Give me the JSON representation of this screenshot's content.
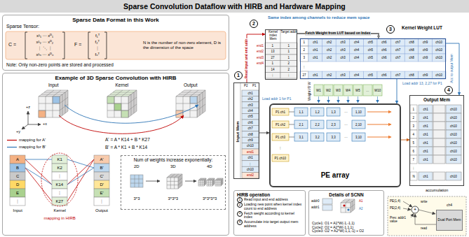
{
  "diagram": {
    "title": "Sparse Convolution Dataflow with HIRB and Hardware Mapping",
    "nodes": [
      {
        "text": [
          "Sparse Data Format in this Work"
        ]
      },
      {
        "text": [
          "N is the number of non-zero element, D is the dimension of the space"
        ],
        "in": 0
      },
      {
        "text": [
          "Example of 3D Sparse Convolution with HIRB"
        ]
      },
      {
        "text": [
          "Num of weights increase exponentially:"
        ],
        "in": 2
      },
      {
        "text": [
          "1"
        ]
      },
      {
        "text": [
          "2"
        ]
      },
      {
        "text": [
          "3"
        ]
      },
      {
        "text": [
          "4"
        ]
      },
      {
        "text": [
          "Kernel index Mem",
          "Target addr"
        ]
      },
      {
        "text": [
          "Kernel Weight LUT"
        ]
      },
      {
        "text": [
          "Input Mem"
        ]
      },
      {
        "text": [
          "PE array"
        ]
      },
      {
        "text": [
          "Output Mem"
        ]
      },
      {
        "text": [
          "HIRB operation",
          "Read input and end address",
          "Loading new point when kernel index count to end address",
          "Fetch weight according to kernel index",
          "Accumulate into target output mem address"
        ]
      },
      {
        "text": [
          "Details of SCNN",
          "Cycle1: O1 = A1*W(-1,-1,1)",
          "Cycle2: O2 = A2*W(-1,1,1)",
          "Cycle3: O2' = A2*W(-1,1,-1) + O2"
        ]
      },
      {
        "text": [
          "Dual Port Mem"
        ]
      }
    ],
    "edges": [
      {
        "from": 10,
        "to": 8,
        "arrow": "to",
        "label": "Read input and end addr"
      },
      {
        "from": 8,
        "to": 9,
        "arrow": "to",
        "label": "Fetch Weight from LUT based on Index"
      },
      {
        "from": 9,
        "to": 12,
        "arrow": "to"
      },
      {
        "from": 10,
        "to": 11,
        "arrow": "to"
      },
      {
        "from": 9,
        "to": 11,
        "arrow": "to"
      },
      {
        "from": 11,
        "to": 12,
        "arrow": "to"
      }
    ],
    "labels": [
      "Sparse Tensor:",
      "C =",
      "x¹₁ ⋯ xᴰ₁",
      "x¹₂ ⋯ xᴰ₂",
      "⋮ ⋱ ⋮",
      "x¹ₙ ⋯ xᴰₙ",
      "F =",
      "f₁ᵀ",
      "f₂ᵀ",
      "⋮",
      "fₙᵀ",
      "Note: Only non-zero points are stored and processed",
      "Input",
      "Kernel",
      "Output",
      "+z",
      "+x",
      "+y",
      "A' = A * K14 + B * K27",
      "B' = A * K1 + B * K14",
      "A",
      "B",
      "C",
      "D",
      "E",
      "⋮",
      "K1",
      "K2",
      "⋮",
      "K14",
      "⋮",
      "K27",
      "A'",
      "B'",
      "C'",
      "D'",
      "E'",
      "⋮",
      "Input",
      "Kernel",
      "Output",
      "mapping in HIRB",
      "2D",
      "3D",
      "4D",
      "3*3",
      "3*3*3",
      "3*3*3*3",
      "Same index among channels to reduce mem space",
      "end1",
      "end2",
      "end3",
      "end4",
      "1",
      "1",
      "13",
      "1",
      "27",
      "1",
      "1",
      "2",
      "14",
      "2",
      "⋮",
      "⋮",
      "1",
      "2",
      "3",
      "⋮",
      "27",
      "ch1",
      "ch2",
      "ch3",
      "ch4",
      "ch5",
      "ch6",
      "ch7",
      "ch8",
      "ch9",
      "ch10",
      "ch1",
      "ch2",
      "ch3",
      "ch4",
      "ch5",
      "ch6",
      "ch7",
      "ch8",
      "ch9",
      "ch10",
      "ch1",
      "ch2",
      "ch3",
      "ch4",
      "ch5",
      "ch6",
      "ch7",
      "ch8",
      "ch9",
      "ch10",
      "ch1",
      "ch2",
      "ch3",
      "ch4",
      "ch5",
      "ch6",
      "ch7",
      "ch8",
      "ch9",
      "ch10",
      "Acc to output Mem",
      "Load addr 13, 2,27 for P1",
      "Weight I/O W",
      "W1",
      "W2",
      "W3",
      "W4",
      "W5",
      "…",
      "W10",
      "P2",
      "P1",
      "ch1",
      "ch2",
      "ch3",
      "ch4",
      "ch5",
      "ch6",
      "ch7",
      "ch8",
      "ch9",
      "ch10",
      "end1",
      "ch1",
      "⋮",
      "ch10",
      "end2",
      "Load addr 1 for P1",
      "P1 ch1",
      "P1 ch2",
      "P1 ch3",
      "⋮",
      "P1 ch10",
      "1,1",
      "1,2",
      "1,3",
      "1,10",
      "2,1",
      "2,2",
      "2,3",
      "2,10",
      "3,1",
      "3,2",
      "3,3",
      "3,10",
      "…",
      "…",
      "…",
      "1",
      "2",
      "3",
      "4",
      "5",
      "6",
      "7",
      "⋮",
      "N",
      "ch1",
      "ch10",
      "ch1",
      "ch10",
      "ch1",
      "ch10",
      "ch1",
      "ch10",
      "ch1",
      "ch10",
      "ch1",
      "ch10",
      "ch1",
      "ch10",
      "ch1",
      "ch10",
      "accumulation",
      "PE(1,4)",
      "PE(2,4)",
      "Prev. addr1 value",
      "+",
      "write",
      "read",
      "ch4",
      "1",
      "2",
      "3",
      "4",
      "addr0",
      "addr1",
      "A1",
      "A2"
    ],
    "legend": [
      {
        "text": "mapping for A'"
      },
      {
        "text": "mapping for B'"
      }
    ]
  }
}
